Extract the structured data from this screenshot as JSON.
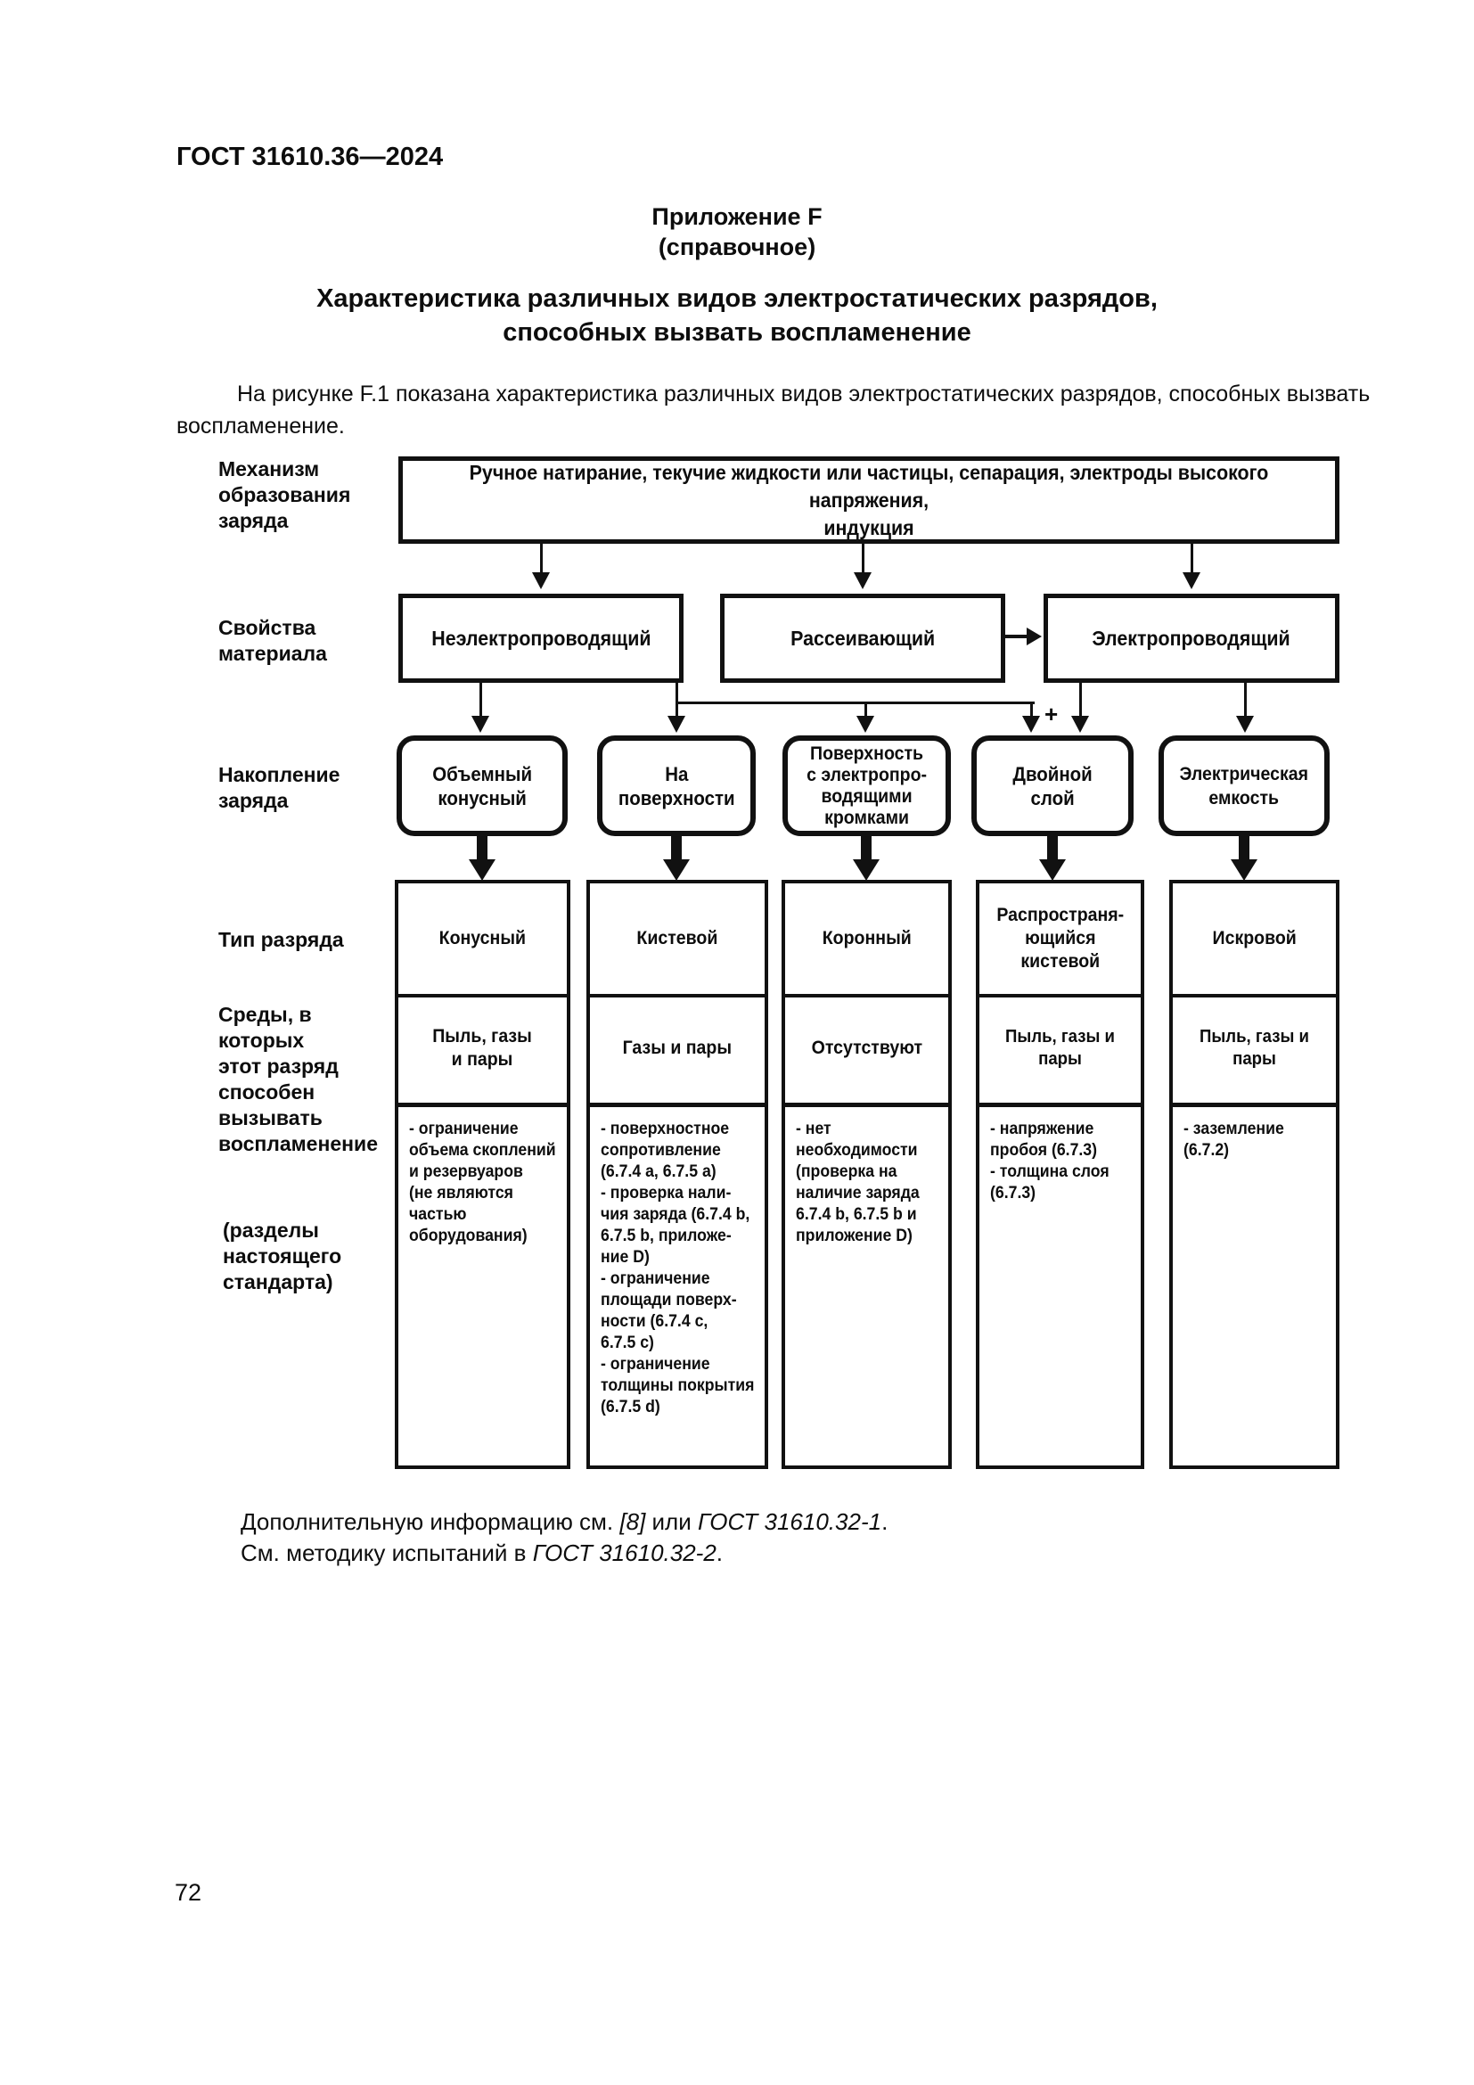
{
  "page": {
    "doc_code": "ГОСТ 31610.36—2024",
    "appendix": {
      "name": "Приложение F",
      "kind": "(справочное)"
    },
    "title": "Характеристика различных видов электростатических разрядов,\nспособных вызвать воспламенение",
    "intro": "На рисунке F.1 показана характеристика различных видов электростатических разрядов, способных вызвать\nвоспламенение.",
    "notes": {
      "line1_pre": "Дополнительную информацию см. ",
      "line1_ref1": "[8]",
      "line1_mid": " или ",
      "line1_ref2": "ГОСТ 31610.32-1",
      "line1_post": ".",
      "line2_pre": "См. методику испытаний в ",
      "line2_ref": "ГОСТ 31610.32-2",
      "line2_post": "."
    },
    "page_number": "72"
  },
  "diagram": {
    "labels": {
      "mechanism": "Механизм\nобразования\nзаряда",
      "material": "Свойства\nматериала",
      "accumulation": "Накопление\nзаряда",
      "discharge_type": "Тип разряда",
      "environments": "Среды, в которых\nэтот разряд\nспособен\nвызывать\nвоспламенение",
      "sections": "(разделы\nнастоящего\nстандарта)"
    },
    "mechanism_box": "Ручное натирание, текучие жидкости или частицы, сепарация, электроды высокого напряжения,\nиндукция",
    "material_boxes": [
      "Неэлектропроводящий",
      "Рассеивающий",
      "Электропроводящий"
    ],
    "plus_label": "+",
    "accumulation_boxes": [
      "Объемный\nконусный",
      "На\nповерхности",
      "Поверхность\nс электропро-\nводящими\nкромками",
      "Двойной\nслой",
      "Электрическая\nемкость"
    ],
    "columns": [
      {
        "type": "Конусный",
        "env": "Пыль, газы\nи пары",
        "sections": "- ограничение\nобъема скоплений\nи резервуаров\n(не являются\nчастью\nоборудования)"
      },
      {
        "type": "Кистевой",
        "env": "Газы и пары",
        "sections": "- поверхностное\nсопротивление\n(6.7.4 a, 6.7.5 a)\n- проверка нали-\nчия заряда (6.7.4 b,\n6.7.5 b, приложе-\nние D)\n- ограничение\nплощади поверх-\nности (6.7.4 c,\n6.7.5 c)\n- ограничение\nтолщины покрытия\n(6.7.5 d)"
      },
      {
        "type": "Коронный",
        "env": "Отсутствуют",
        "sections": "- нет\nнеобходимости\n(проверка на\nналичие заряда\n6.7.4 b, 6.7.5 b и\nприложение D)"
      },
      {
        "type": "Распространя-\nющийся\nкистевой",
        "env": "Пыль, газы и пары",
        "sections": "- напряжение\nпробоя (6.7.3)\n- толщина слоя\n(6.7.3)"
      },
      {
        "type": "Искровой",
        "env": "Пыль, газы и пары",
        "sections": "- заземление\n(6.7.2)"
      }
    ]
  }
}
